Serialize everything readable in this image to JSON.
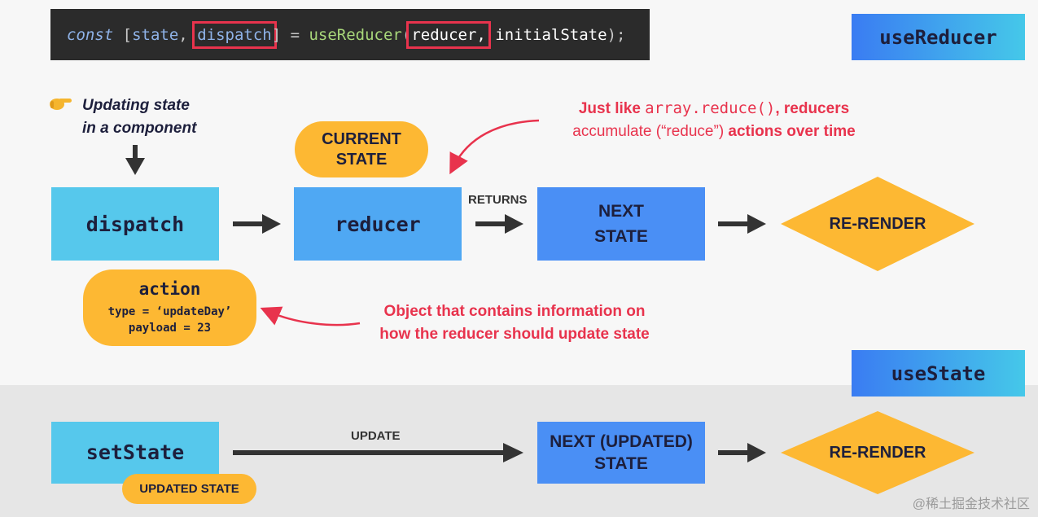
{
  "code": {
    "kw_const": "const",
    "open_bracket": " [",
    "state": "state",
    "comma1": ", ",
    "dispatch": "dispatch",
    "close_bracket": "]",
    "equals": " = ",
    "fn_name": "useReducer",
    "open_paren": "(",
    "reducer": "reducer,",
    "initial_state": " initialState",
    "close_paren": ");"
  },
  "tags": {
    "use_reducer": "useReducer",
    "use_state": "useState"
  },
  "intro": {
    "line1": "Updating state",
    "line2": "in a component"
  },
  "top_flow": {
    "dispatch": "dispatch",
    "reducer": "reducer",
    "current_state_line1": "CURRENT",
    "current_state_line2": "STATE",
    "returns": "RETURNS",
    "next_state_line1": "NEXT",
    "next_state_line2": "STATE",
    "rerender": "RE-RENDER"
  },
  "reduce_note": {
    "part1": "Just like ",
    "code": "array.reduce()",
    "part2": ", reducers",
    "line2_part1": "accumulate (“reduce”) ",
    "line2_bold": "actions over time"
  },
  "action_pill": {
    "title": "action",
    "line1": "type = ‘updateDay’",
    "line2": "payload = 23"
  },
  "action_note": {
    "line1": "Object that contains information on",
    "line2": "how the reducer should update state"
  },
  "bottom_flow": {
    "set_state": "setState",
    "updated_state": "UPDATED STATE",
    "update": "UPDATE",
    "next_line1": "NEXT (UPDATED)",
    "next_line2": "STATE",
    "rerender": "RE-RENDER"
  },
  "watermark": "@稀土掘金技术社区",
  "colors": {
    "red": "#e8334d",
    "yellow": "#fdb833",
    "light_blue": "#56c8ec",
    "blue": "#4a8ff5",
    "dark": "#1d1f3c"
  }
}
